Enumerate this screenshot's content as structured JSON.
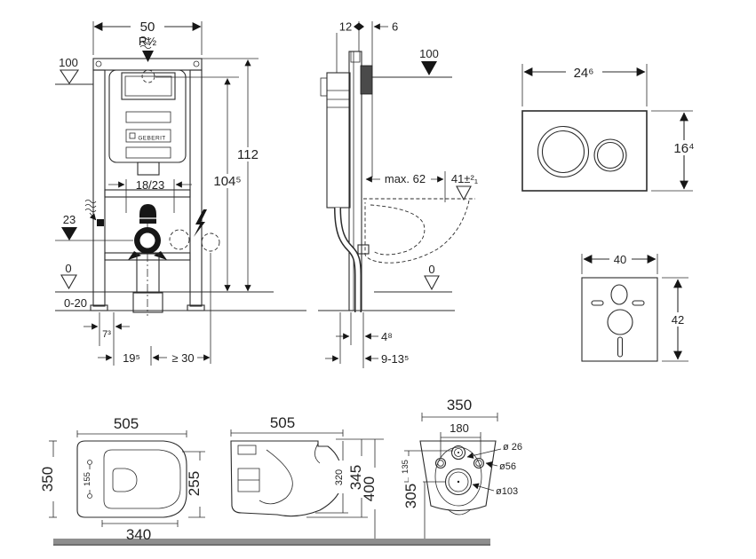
{
  "drawing": {
    "front_view": {
      "dim_width": "50",
      "thread": "R½",
      "level_supply": "100",
      "dim_height": "112",
      "dim_supply_height": "104⁵",
      "dim_bracket": "18/23",
      "dim_drain_drop": "23",
      "level_zero": "0",
      "dim_floor_adjust": "0-20",
      "dim_leg": "7³",
      "dim_drain_center": "19⁵",
      "dim_clearance": "≥ 30",
      "brand": "GEBERIT"
    },
    "side_view": {
      "dim_depth": "12",
      "dim_wall_gap": "6",
      "level_supply": "100",
      "dim_max_depth": "max. 62",
      "dim_rim_height": "41±²₁",
      "level_zero": "0",
      "dim_foot_depth": "4⁸",
      "dim_pipe_depth": "9-13⁵"
    },
    "flush_plate": {
      "dim_width": "24⁶",
      "dim_height": "16⁴"
    },
    "sound_pad": {
      "dim_width": "40",
      "dim_height": "42"
    },
    "pan_top_view": {
      "dim_width": "505",
      "dim_depth": "350",
      "dim_inner": "255",
      "dim_holes": "155",
      "dim_bowl": "340"
    },
    "pan_side_view": {
      "dim_width": "505",
      "dim_h_inner": "320",
      "dim_h_rim": "345",
      "dim_h_total": "400"
    },
    "pan_rear_view": {
      "dim_width": "350",
      "dim_hole_span": "180",
      "dim_d_small": "ø 26",
      "dim_d_mid": "ø56",
      "dim_d_large": "ø103",
      "dim_v_offset": "135",
      "dim_v_outlet": "305"
    }
  }
}
